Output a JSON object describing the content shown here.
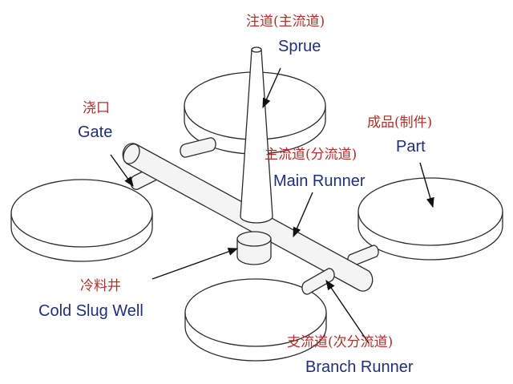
{
  "labels": {
    "sprue_cn": "注道(主流道)",
    "sprue_en": "Sprue",
    "gate_cn": "浇口",
    "gate_en": "Gate",
    "part_cn": "成品(制件)",
    "part_en": "Part",
    "main_runner_cn": "主流道(分流道)",
    "main_runner_en": "Main Runner",
    "cold_slug_cn": "冷料井",
    "cold_slug_en": "Cold Slug Well",
    "branch_cn": "支流道(次分流道)",
    "branch_en": "Branch Runner"
  },
  "colors": {
    "chinese_text": "#b0302a",
    "english_text": "#1f2f7a",
    "line": "#2b2b2b"
  }
}
